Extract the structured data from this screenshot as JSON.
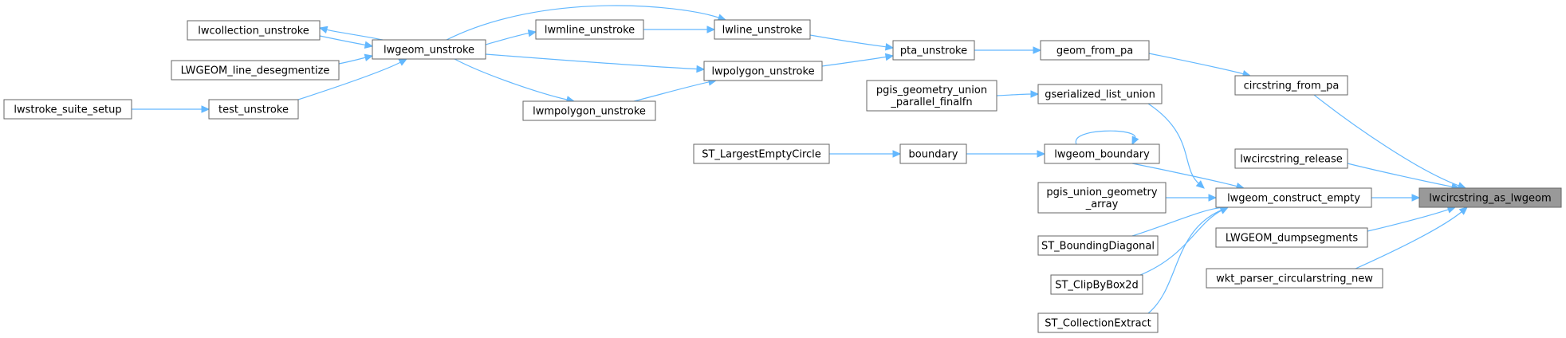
{
  "graph": {
    "nodes": [
      {
        "id": "lwcircstring_as_lwgeom",
        "lines": [
          "lwcircstring_as_lwgeom"
        ],
        "highlight": true
      },
      {
        "id": "circstring_from_pa",
        "lines": [
          "circstring_from_pa"
        ]
      },
      {
        "id": "lwcircstring_release",
        "lines": [
          "lwcircstring_release"
        ]
      },
      {
        "id": "lwgeom_construct_empty",
        "lines": [
          "lwgeom_construct_empty"
        ]
      },
      {
        "id": "LWGEOM_dumpsegments",
        "lines": [
          "LWGEOM_dumpsegments"
        ]
      },
      {
        "id": "wkt_parser_circularstring_new",
        "lines": [
          "wkt_parser_circularstring_new"
        ]
      },
      {
        "id": "geom_from_pa",
        "lines": [
          "geom_from_pa"
        ]
      },
      {
        "id": "pta_unstroke",
        "lines": [
          "pta_unstroke"
        ]
      },
      {
        "id": "lwline_unstroke",
        "lines": [
          "lwline_unstroke"
        ]
      },
      {
        "id": "lwpolygon_unstroke",
        "lines": [
          "lwpolygon_unstroke"
        ]
      },
      {
        "id": "lwmline_unstroke",
        "lines": [
          "lwmline_unstroke"
        ]
      },
      {
        "id": "lwgeom_unstroke",
        "lines": [
          "lwgeom_unstroke"
        ]
      },
      {
        "id": "lwmpolygon_unstroke",
        "lines": [
          "lwmpolygon_unstroke"
        ]
      },
      {
        "id": "lwcollection_unstroke",
        "lines": [
          "lwcollection_unstroke"
        ]
      },
      {
        "id": "LWGEOM_line_desegmentize",
        "lines": [
          "LWGEOM_line_desegmentize"
        ]
      },
      {
        "id": "test_unstroke",
        "lines": [
          "test_unstroke"
        ]
      },
      {
        "id": "lwstroke_suite_setup",
        "lines": [
          "lwstroke_suite_setup"
        ]
      },
      {
        "id": "gserialized_list_union",
        "lines": [
          "gserialized_list_union"
        ]
      },
      {
        "id": "pgis_geometry_union_parallel_finalfn",
        "lines": [
          "pgis_geometry_union",
          "_parallel_finalfn"
        ]
      },
      {
        "id": "lwgeom_boundary",
        "lines": [
          "lwgeom_boundary"
        ]
      },
      {
        "id": "boundary",
        "lines": [
          "boundary"
        ]
      },
      {
        "id": "ST_LargestEmptyCircle",
        "lines": [
          "ST_LargestEmptyCircle"
        ]
      },
      {
        "id": "pgis_union_geometry_array",
        "lines": [
          "pgis_union_geometry",
          "_array"
        ]
      },
      {
        "id": "ST_BoundingDiagonal",
        "lines": [
          "ST_BoundingDiagonal"
        ]
      },
      {
        "id": "ST_ClipByBox2d",
        "lines": [
          "ST_ClipByBox2d"
        ]
      },
      {
        "id": "ST_CollectionExtract",
        "lines": [
          "ST_CollectionExtract"
        ]
      }
    ],
    "edges": [
      {
        "from": "circstring_from_pa",
        "to": "lwcircstring_as_lwgeom"
      },
      {
        "from": "lwcircstring_release",
        "to": "lwcircstring_as_lwgeom"
      },
      {
        "from": "lwgeom_construct_empty",
        "to": "lwcircstring_as_lwgeom"
      },
      {
        "from": "LWGEOM_dumpsegments",
        "to": "lwcircstring_as_lwgeom"
      },
      {
        "from": "wkt_parser_circularstring_new",
        "to": "lwcircstring_as_lwgeom"
      },
      {
        "from": "geom_from_pa",
        "to": "circstring_from_pa"
      },
      {
        "from": "pta_unstroke",
        "to": "geom_from_pa"
      },
      {
        "from": "lwline_unstroke",
        "to": "pta_unstroke"
      },
      {
        "from": "lwpolygon_unstroke",
        "to": "pta_unstroke"
      },
      {
        "from": "lwmline_unstroke",
        "to": "lwline_unstroke"
      },
      {
        "from": "lwgeom_unstroke",
        "to": "lwline_unstroke"
      },
      {
        "from": "lwgeom_unstroke",
        "to": "lwmline_unstroke"
      },
      {
        "from": "lwgeom_unstroke",
        "to": "lwpolygon_unstroke"
      },
      {
        "from": "lwmpolygon_unstroke",
        "to": "lwpolygon_unstroke"
      },
      {
        "from": "lwgeom_unstroke",
        "to": "lwmpolygon_unstroke"
      },
      {
        "from": "lwgeom_unstroke",
        "to": "lwcollection_unstroke"
      },
      {
        "from": "lwcollection_unstroke",
        "to": "lwgeom_unstroke"
      },
      {
        "from": "LWGEOM_line_desegmentize",
        "to": "lwgeom_unstroke"
      },
      {
        "from": "test_unstroke",
        "to": "lwgeom_unstroke"
      },
      {
        "from": "lwstroke_suite_setup",
        "to": "test_unstroke"
      },
      {
        "from": "gserialized_list_union",
        "to": "lwgeom_construct_empty"
      },
      {
        "from": "pgis_geometry_union_parallel_finalfn",
        "to": "gserialized_list_union"
      },
      {
        "from": "lwgeom_boundary",
        "to": "lwgeom_construct_empty"
      },
      {
        "from": "lwgeom_boundary",
        "to": "lwgeom_boundary"
      },
      {
        "from": "boundary",
        "to": "lwgeom_boundary"
      },
      {
        "from": "ST_LargestEmptyCircle",
        "to": "boundary"
      },
      {
        "from": "pgis_union_geometry_array",
        "to": "lwgeom_construct_empty"
      },
      {
        "from": "ST_BoundingDiagonal",
        "to": "lwgeom_construct_empty"
      },
      {
        "from": "ST_ClipByBox2d",
        "to": "lwgeom_construct_empty"
      },
      {
        "from": "ST_CollectionExtract",
        "to": "lwgeom_construct_empty"
      }
    ]
  }
}
